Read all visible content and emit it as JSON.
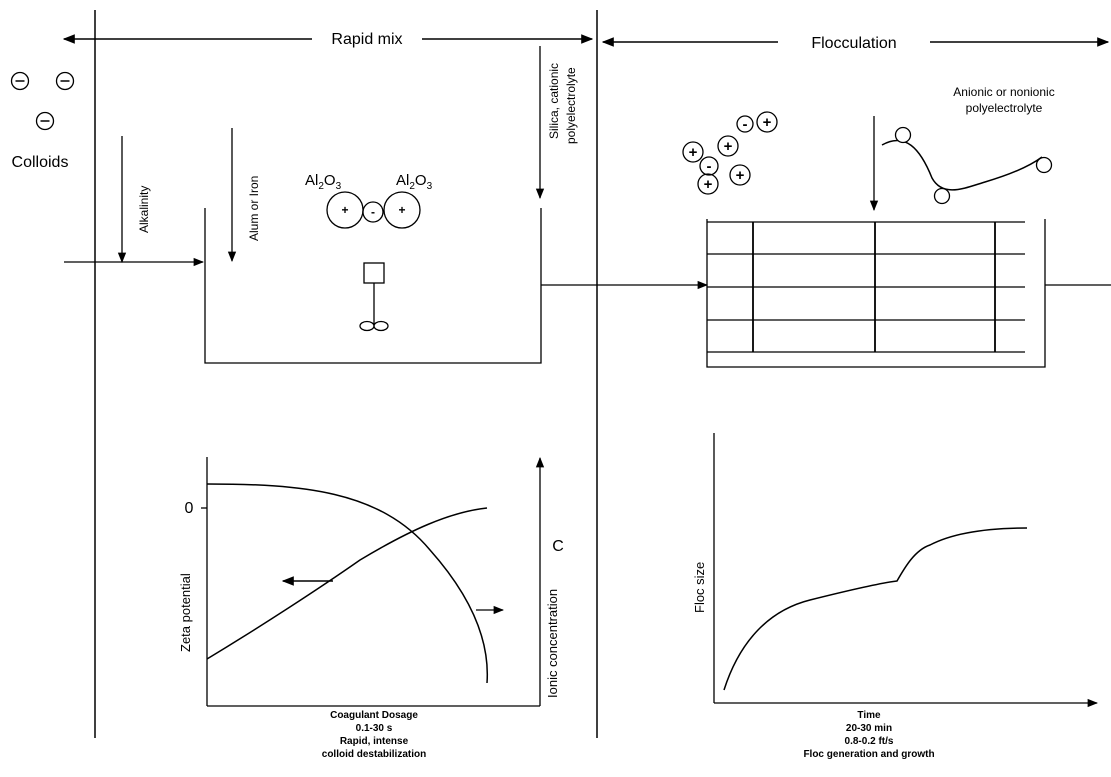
{
  "sections": {
    "rapid_mix": "Rapid mix",
    "flocculation": "Flocculation"
  },
  "labels": {
    "colloids": "Colloids",
    "alkalinity": "Alkalinity",
    "alum_or_iron": "Alum or Iron",
    "silica_cationic_line1": "Silica, cationic",
    "silica_cationic_line2": "polyelectrolyte",
    "anionic_line1": "Anionic or nonionic",
    "anionic_line2": "polyelectrolyte",
    "alum_oxide_left": "Al",
    "alum_oxide_left_sub1": "2",
    "alum_oxide_left_o": "O",
    "alum_oxide_left_sub2": "3",
    "alum_oxide_right": "Al",
    "alum_oxide_right_sub1": "2",
    "alum_oxide_right_o": "O",
    "alum_oxide_right_sub2": "3"
  },
  "charges": {
    "negative": "−",
    "positive": "+",
    "minus_small": "-"
  },
  "left_chart": {
    "zero_tick": "0",
    "c_label": "C",
    "ylabel": "Zeta potential",
    "ylabel_right": "Ionic concentration",
    "caption_line1": "Coagulant Dosage",
    "caption_line2": "0.1-30 s",
    "caption_line3": "Rapid, intense",
    "caption_line4": "colloid destabilization"
  },
  "right_chart": {
    "ylabel": "Floc size",
    "caption_line1": "Time",
    "caption_line2": "20-30 min",
    "caption_line3": "0.8-0.2 ft/s",
    "caption_line4": "Floc generation and growth"
  }
}
